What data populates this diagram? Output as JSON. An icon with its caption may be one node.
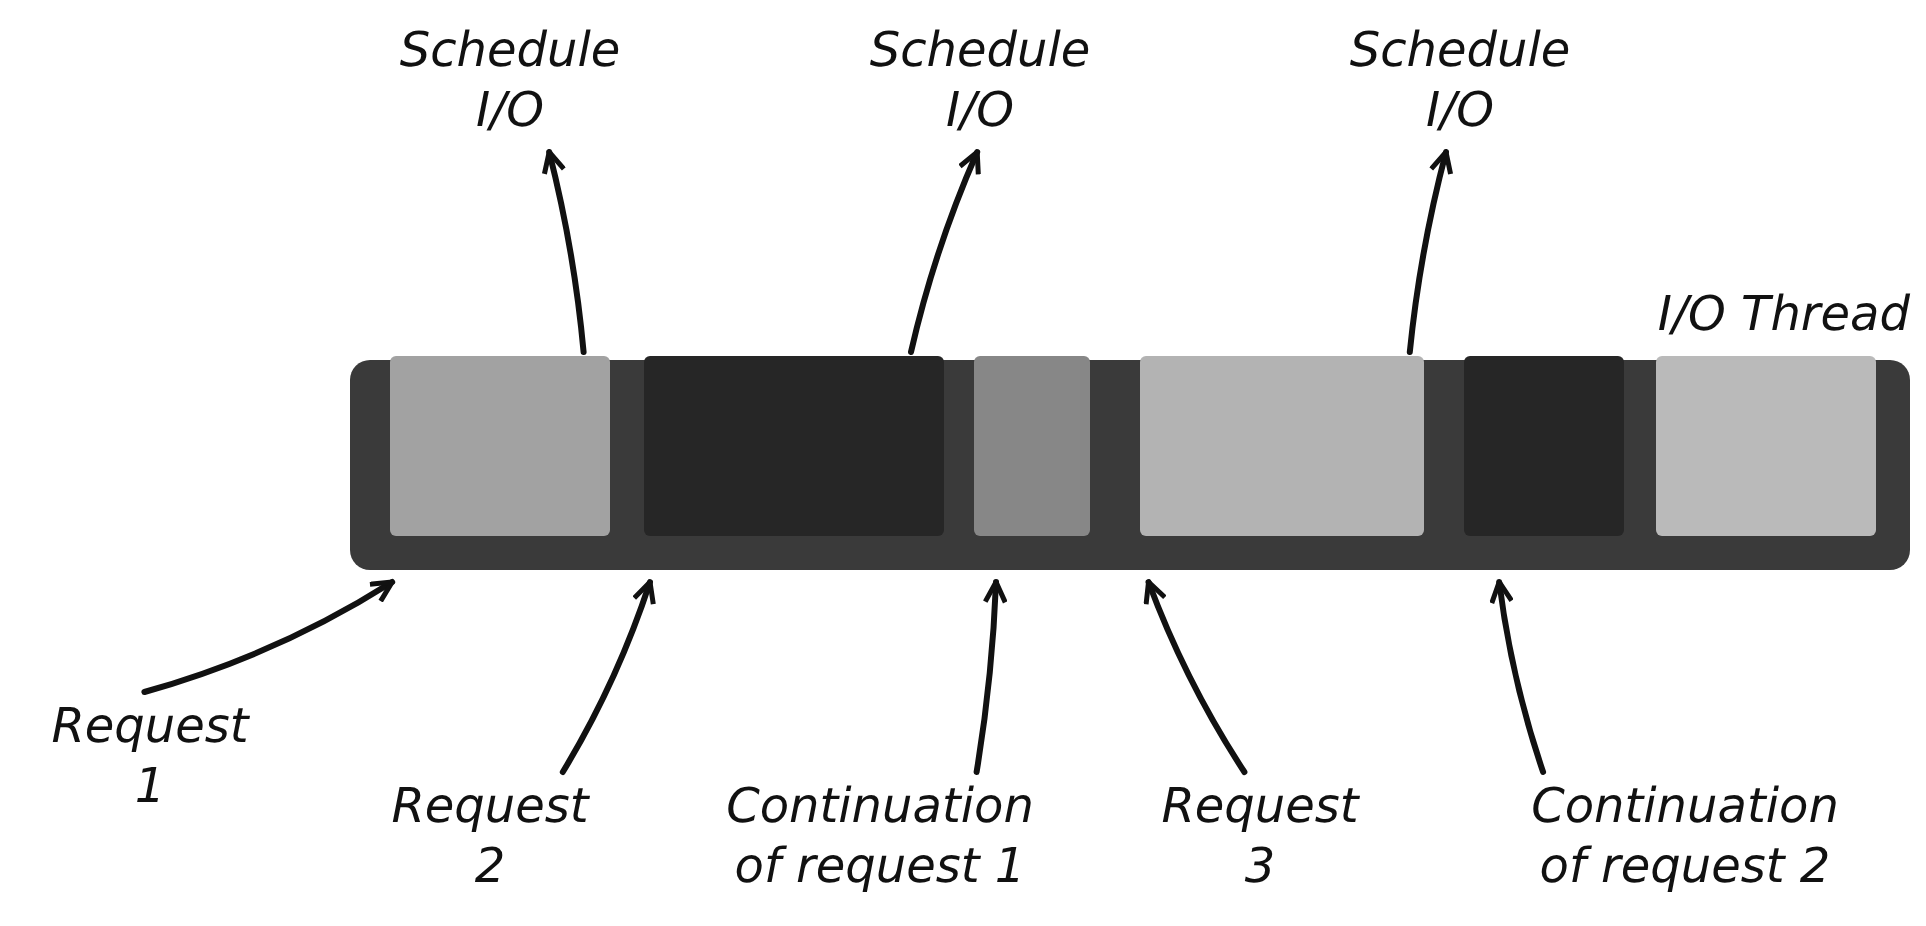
{
  "diagram": {
    "nodes": [
      {
        "text": [
          "I/O Thread"
        ]
      },
      {
        "text": [],
        "shape": "box",
        "in": 0
      },
      {
        "text": [],
        "shape": "box",
        "in": 0
      },
      {
        "text": [],
        "shape": "box",
        "in": 0
      },
      {
        "text": [],
        "shape": "box",
        "in": 0
      },
      {
        "text": [],
        "shape": "box",
        "in": 0
      },
      {
        "text": [],
        "shape": "box",
        "in": 0
      },
      {
        "text": [
          "Request 1"
        ]
      },
      {
        "text": [
          "Request 2"
        ]
      },
      {
        "text": [
          "Continuation of request 1"
        ]
      },
      {
        "text": [
          "Request 3"
        ]
      },
      {
        "text": [
          "Continuation of request 2"
        ]
      },
      {
        "text": [
          "Schedule I/O"
        ]
      },
      {
        "text": [
          "Schedule I/O"
        ]
      },
      {
        "text": [
          "Schedule I/O"
        ]
      }
    ],
    "edges": [
      {
        "from": 7,
        "to": 1,
        "arrow": "to"
      },
      {
        "from": 8,
        "to": 2,
        "arrow": "to"
      },
      {
        "from": 9,
        "to": 3,
        "arrow": "to"
      },
      {
        "from": 10,
        "to": 4,
        "arrow": "to"
      },
      {
        "from": 11,
        "to": 5,
        "arrow": "to"
      },
      {
        "from": 1,
        "to": 12,
        "arrow": "to"
      },
      {
        "from": 2,
        "to": 13,
        "arrow": "to"
      },
      {
        "from": 4,
        "to": 14,
        "arrow": "to"
      }
    ]
  }
}
